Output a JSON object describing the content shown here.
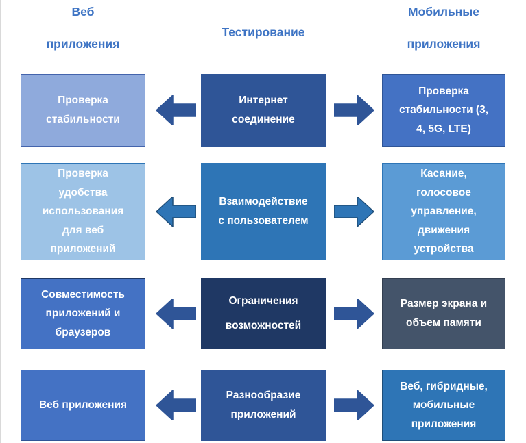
{
  "headers": {
    "left_line1": "Веб",
    "left_line2": "приложения",
    "center": "Тестирование",
    "right_line1": "Мобильные",
    "right_line2": "приложения"
  },
  "colors": {
    "header_text": "#3E74C4",
    "page_bg": "#FFFFFF",
    "edge_line": "#D9D9D9"
  },
  "rows": [
    {
      "left": {
        "text": "Проверка стабильности",
        "bg": "#8FAADC",
        "border": "#4464AC",
        "text_color": "#FFFFFF"
      },
      "center": {
        "text": "Интернет соединение",
        "bg": "#2F5597",
        "border": "#2F5597",
        "text_color": "#FFFFFF"
      },
      "right": {
        "text": "Проверка стабильности (3, 4, 5G, LTE)",
        "bg": "#4472C4",
        "border": "#2F5597",
        "text_color": "#FFFFFF"
      },
      "arrow_fill": "#2F5597",
      "arrow_stroke": "#2F5597"
    },
    {
      "left": {
        "text": "Проверка удобства использования для веб приложений",
        "bg": "#9DC3E6",
        "border": "#2E75B6",
        "text_color": "#FFFFFF"
      },
      "center": {
        "text": "Взаимодействие с пользователем",
        "bg": "#2E75B6",
        "border": "#2E75B6",
        "text_color": "#FFFFFF"
      },
      "right": {
        "text": "Касание, голосовое управление, движения устройства",
        "bg": "#5B9BD5",
        "border": "#2E75B6",
        "text_color": "#FFFFFF"
      },
      "arrow_fill": "#2E75B6",
      "arrow_stroke": "#1F4E79"
    },
    {
      "left": {
        "text": "Совместимость приложений и браузеров",
        "bg": "#4472C4",
        "border": "#1F3864",
        "text_color": "#FFFFFF"
      },
      "center": {
        "text": "Ограничения возможностей",
        "bg": "#1F3864",
        "border": "#1F3864",
        "text_color": "#FFFFFF"
      },
      "right": {
        "text": "Размер экрана и объем памяти",
        "bg": "#44546A",
        "border": "#333F50",
        "text_color": "#FFFFFF"
      },
      "arrow_fill": "#2F5597",
      "arrow_stroke": "#2F5597"
    },
    {
      "left": {
        "text": "Веб приложения",
        "bg": "#4472C4",
        "border": "#2F5597",
        "text_color": "#FFFFFF"
      },
      "center": {
        "text": "Разнообразие приложений",
        "bg": "#2F5597",
        "border": "#2F5597",
        "text_color": "#FFFFFF"
      },
      "right": {
        "text": "Веб, гибридные, мобильные приложения",
        "bg": "#2E75B6",
        "border": "#1F4E79",
        "text_color": "#FFFFFF"
      },
      "arrow_fill": "#2F5597",
      "arrow_stroke": "#2F5597"
    }
  ]
}
